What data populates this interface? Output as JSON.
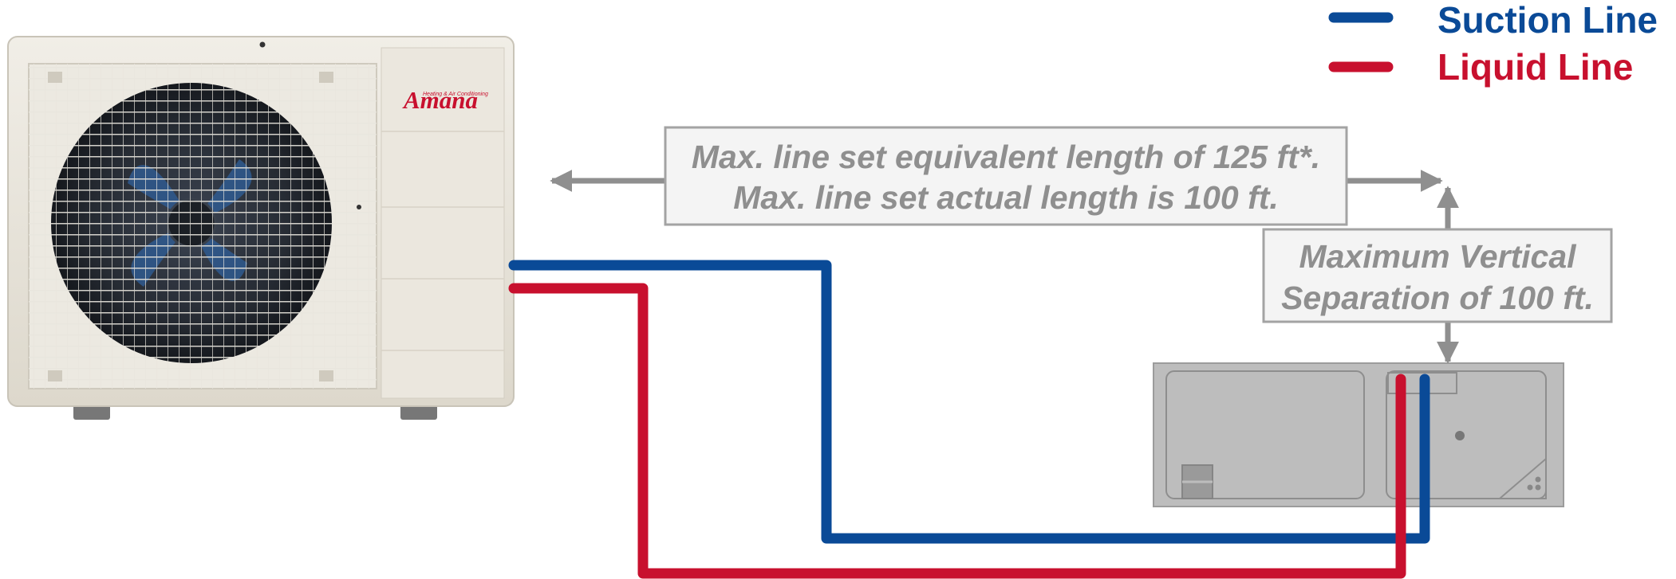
{
  "legend": {
    "suction_label": "Suction Line",
    "liquid_label": "Liquid Line"
  },
  "notes": {
    "length_line1": "Max. line set equivalent length of 125 ft*.",
    "length_line2": "Max. line set actual length is 100 ft.",
    "vertical_line1": "Maximum Vertical",
    "vertical_line2": "Separation of 100 ft."
  },
  "brand": {
    "logo_text": "Amana",
    "tagline": "Heating & Air Conditioning"
  },
  "colors": {
    "suction": "#0a4a97",
    "liquid": "#c8102e",
    "annotation": "#8f8f8f",
    "unit_body": "#e9e5db",
    "indoor_unit": "#bdbdbd"
  }
}
